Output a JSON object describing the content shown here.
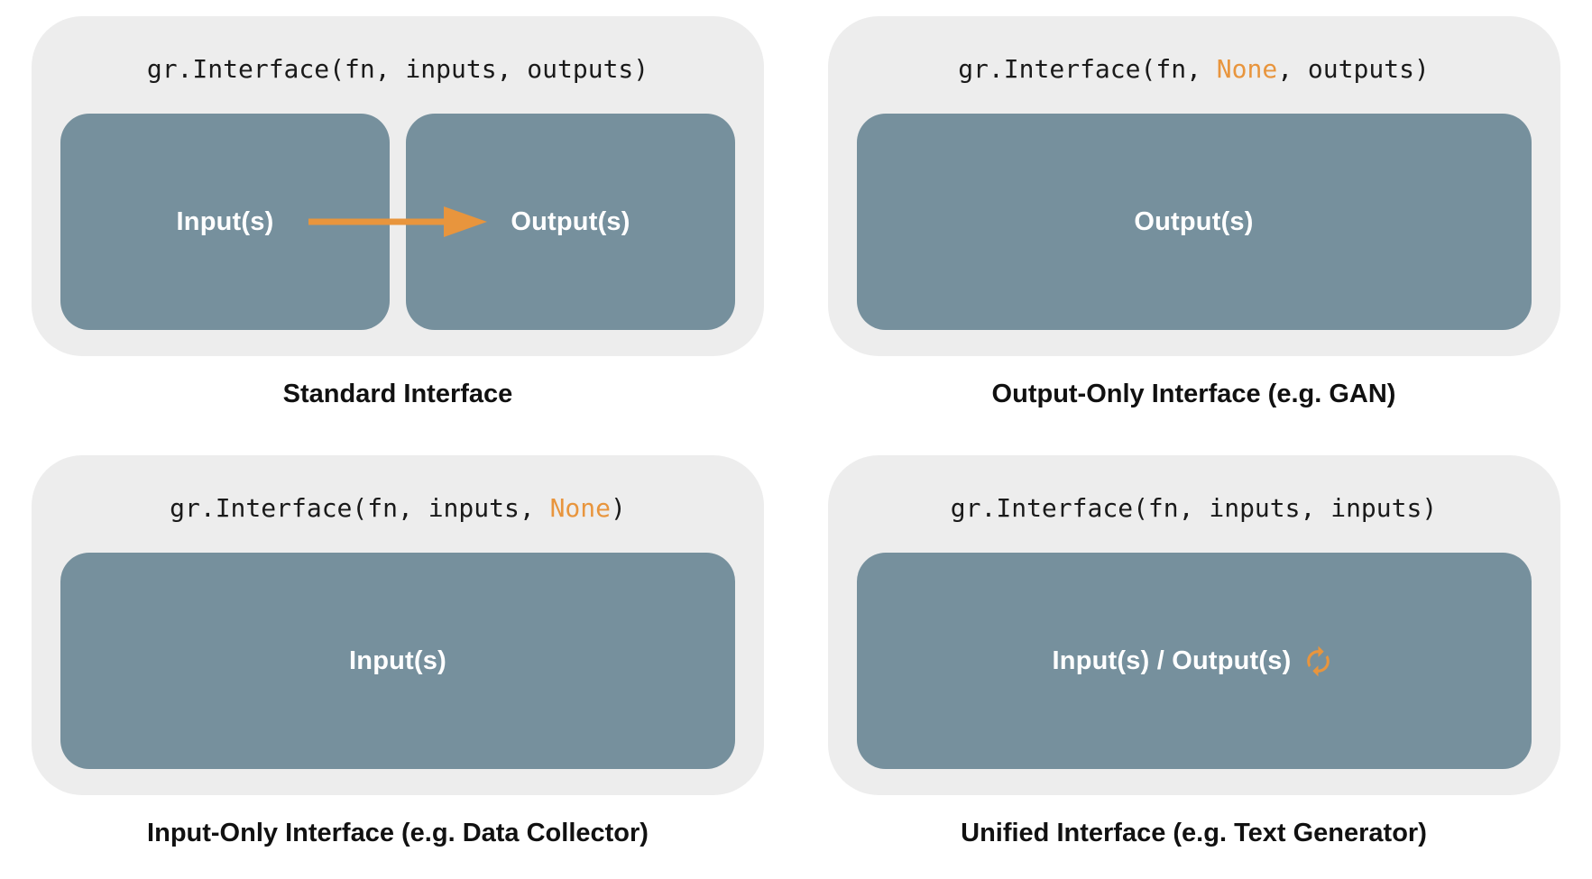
{
  "colors": {
    "page_bg": "#FFFFFF",
    "panel_bg": "#EDEDED",
    "box_bg": "#76909D",
    "accent_orange": "#E8953D",
    "code_text": "#1A1A1A",
    "caption_text": "#111111",
    "label_text": "#FFFFFF"
  },
  "icons": {
    "arrow_right": "orange right-pointing arrow between Input(s) and Output(s)",
    "sync_cycle": "orange circular two-arrow cycle glyph after Input(s) / Output(s)"
  },
  "panels": [
    {
      "id": "standard",
      "code": {
        "pre": "gr.Interface(fn, inputs, outputs)",
        "highlight": "",
        "post": ""
      },
      "boxes": [
        "Input(s)",
        "Output(s)"
      ],
      "caption": "Standard Interface"
    },
    {
      "id": "output-only",
      "code": {
        "pre": "gr.Interface(fn, ",
        "highlight": "None",
        "post": ", outputs)"
      },
      "boxes": [
        "Output(s)"
      ],
      "caption": "Output-Only Interface (e.g. GAN)"
    },
    {
      "id": "input-only",
      "code": {
        "pre": "gr.Interface(fn, inputs, ",
        "highlight": "None",
        "post": ")"
      },
      "boxes": [
        "Input(s)"
      ],
      "caption": "Input-Only Interface (e.g. Data Collector)"
    },
    {
      "id": "unified",
      "code": {
        "pre": "gr.Interface(fn, inputs, inputs)",
        "highlight": "",
        "post": ""
      },
      "boxes": [
        "Input(s) / Output(s)"
      ],
      "caption": "Unified Interface (e.g. Text Generator)"
    }
  ]
}
